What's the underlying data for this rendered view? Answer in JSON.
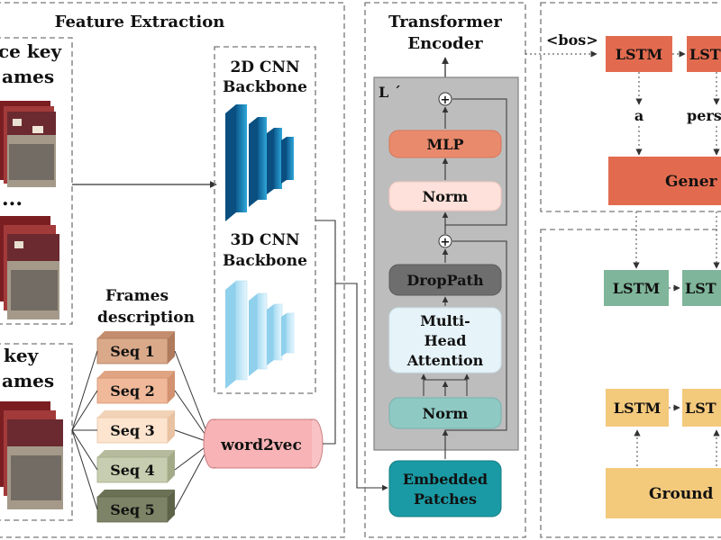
{
  "feature_extraction": {
    "title": "Feature Extraction",
    "frames_top_label": [
      "ce key",
      "ames"
    ],
    "frames_bottom_label": [
      "key",
      "ames"
    ],
    "ellipsis": "...",
    "cnn2d_label": [
      "2D CNN",
      "Backbone"
    ],
    "cnn3d_label": [
      "3D CNN",
      "Backbone"
    ],
    "frames_description": [
      "Frames",
      "description"
    ],
    "seqs": [
      "Seq 1",
      "Seq 2",
      "Seq 3",
      "Seq 4",
      "Seq 5"
    ],
    "word2vec": "word2vec"
  },
  "encoder": {
    "title": [
      "Transformer",
      "Encoder"
    ],
    "layers_label": "L ´",
    "mlp": "MLP",
    "norm_top": "Norm",
    "droppath": "DropPath",
    "attention": [
      "Multi-",
      "Head",
      "Attention"
    ],
    "norm_bottom": "Norm",
    "embedded": [
      "Embedded",
      "Patches"
    ],
    "plus": "+"
  },
  "decoder": {
    "bos": "<bos>",
    "lstm": "LSTM",
    "lstm_partial": "LST",
    "word_a": "a",
    "word_per": "pers",
    "generated": "Gener",
    "ground": "Ground"
  },
  "colors": {
    "seq": [
      "#d9a98a",
      "#f0b99a",
      "#fde4cf",
      "#c7cdb0",
      "#7d8366"
    ],
    "lstm_red": "#e26b4f",
    "lstm_green": "#7fb59a",
    "lstm_yellow": "#f3c97c",
    "teal": "#1a9aa4"
  }
}
